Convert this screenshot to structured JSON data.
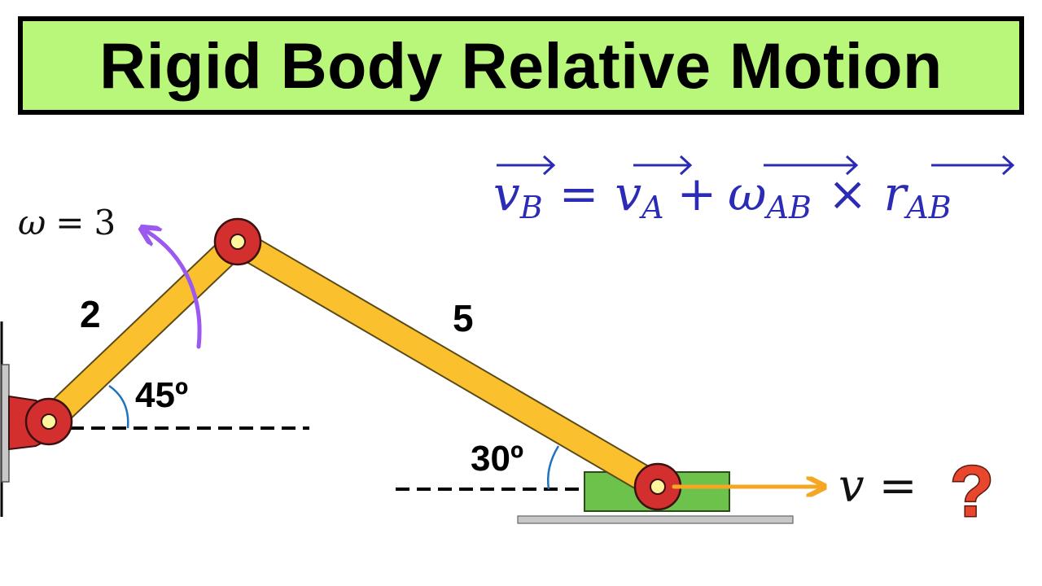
{
  "title": "Rigid Body Relative Motion",
  "colors": {
    "banner_bg": "#b9f77a",
    "link": "#fbc02d",
    "link_outline": "#5a4a1a",
    "joint": "#d32f2f",
    "joint_outline": "#3a1010",
    "pin": "#fff59d",
    "slider_block": "#6cc24a",
    "ground": "#c8c8c8",
    "omega_arrow": "#9b59f0",
    "velocity_arrow": "#f5a623",
    "angle_arc": "#1e73be",
    "equation": "#2b2bb5",
    "question_mark": "#e8472e"
  },
  "equation": {
    "vB": "v",
    "vB_sub": "B",
    "eq": "=",
    "vA": "v",
    "vA_sub": "A",
    "plus": "+",
    "omega": "ω",
    "omega_sub": "AB",
    "times": "×",
    "r": "r",
    "r_sub": "AB"
  },
  "omega_label": {
    "symbol": "ω",
    "eq": "=",
    "value": "3"
  },
  "link_lengths": {
    "ab": "2",
    "bc": "5"
  },
  "angles": {
    "a": "45º",
    "b": "30º"
  },
  "velocity_label": {
    "symbol": "v",
    "eq": "=",
    "value": "?"
  },
  "icons": {
    "question": "red-question-mark-icon"
  }
}
